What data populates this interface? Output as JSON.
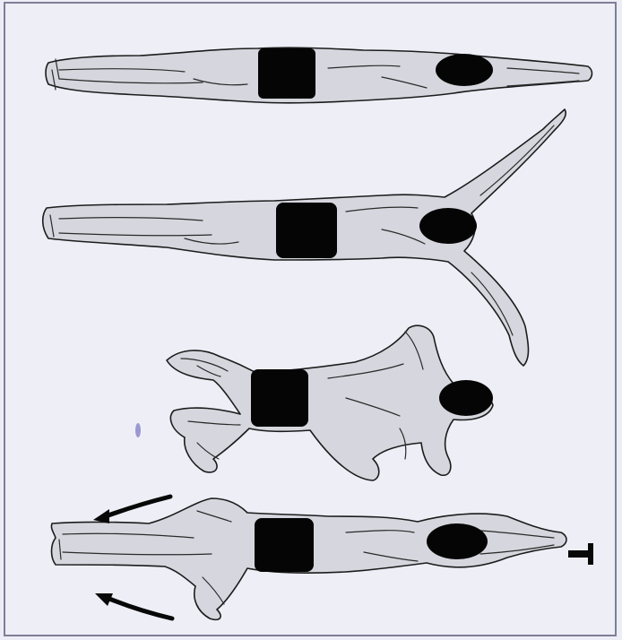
{
  "figure": {
    "panels": [
      {
        "id": "stage-1"
      },
      {
        "id": "stage-2"
      },
      {
        "id": "stage-3"
      },
      {
        "id": "stage-4"
      }
    ],
    "colors": {
      "background": "#eeeef7",
      "border": "#7d7f96",
      "skin": "#d6d6de",
      "outline": "#1c1c1c",
      "swimsuit": "#050505"
    },
    "icons": [
      "kick-arrow-upper",
      "kick-arrow-lower",
      "direction-arrow"
    ]
  }
}
